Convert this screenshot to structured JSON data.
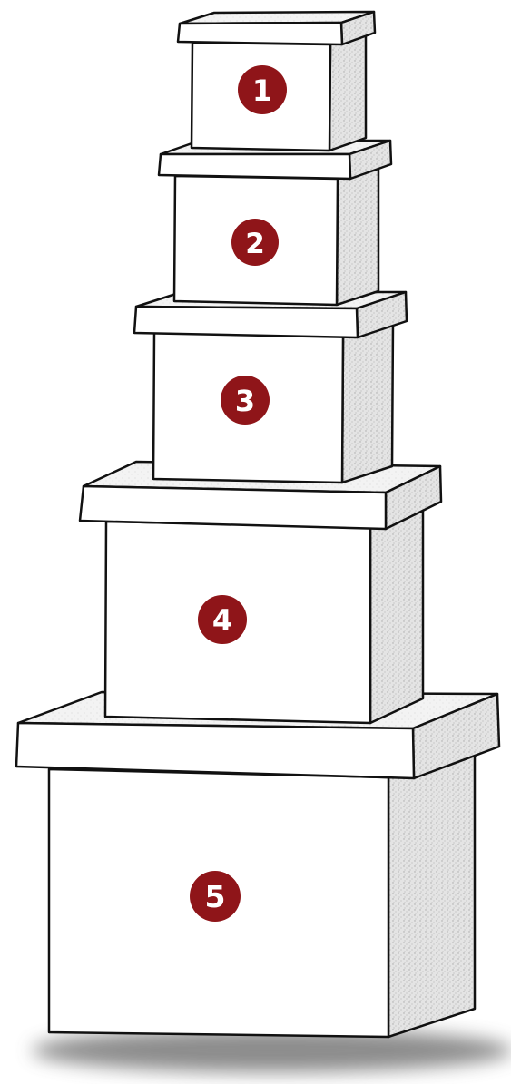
{
  "boxes": [
    {
      "label": "1"
    },
    {
      "label": "2"
    },
    {
      "label": "3"
    },
    {
      "label": "4"
    },
    {
      "label": "5"
    }
  ],
  "colors": {
    "badge": "#8f1519",
    "outline": "#111111",
    "face": "#ffffff",
    "side": "#dcdcdc",
    "shadow": "#6b6b6b"
  }
}
